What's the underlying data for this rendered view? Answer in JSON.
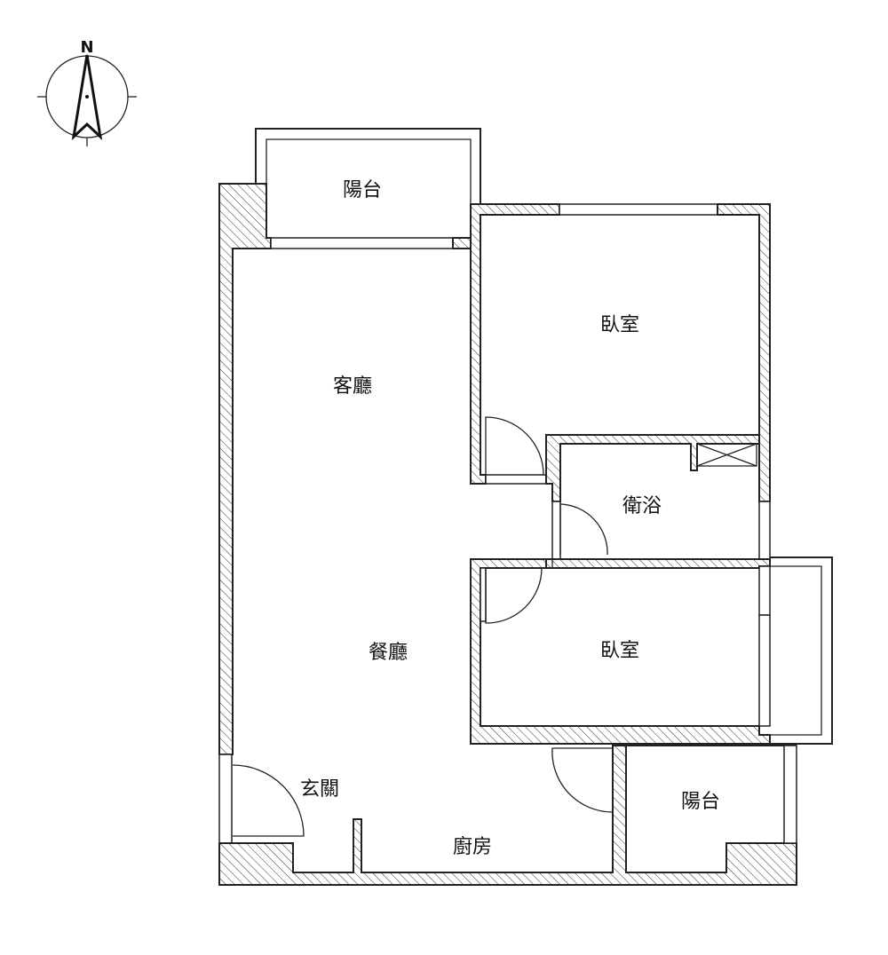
{
  "compass": {
    "north_label": "N"
  },
  "rooms": {
    "balcony_top": "陽台",
    "bedroom_1": "臥室",
    "living_room": "客廳",
    "bathroom": "衛浴",
    "dining_room": "餐廳",
    "bedroom_2": "臥室",
    "entrance": "玄關",
    "kitchen": "廚房",
    "balcony_bottom": "陽台"
  }
}
